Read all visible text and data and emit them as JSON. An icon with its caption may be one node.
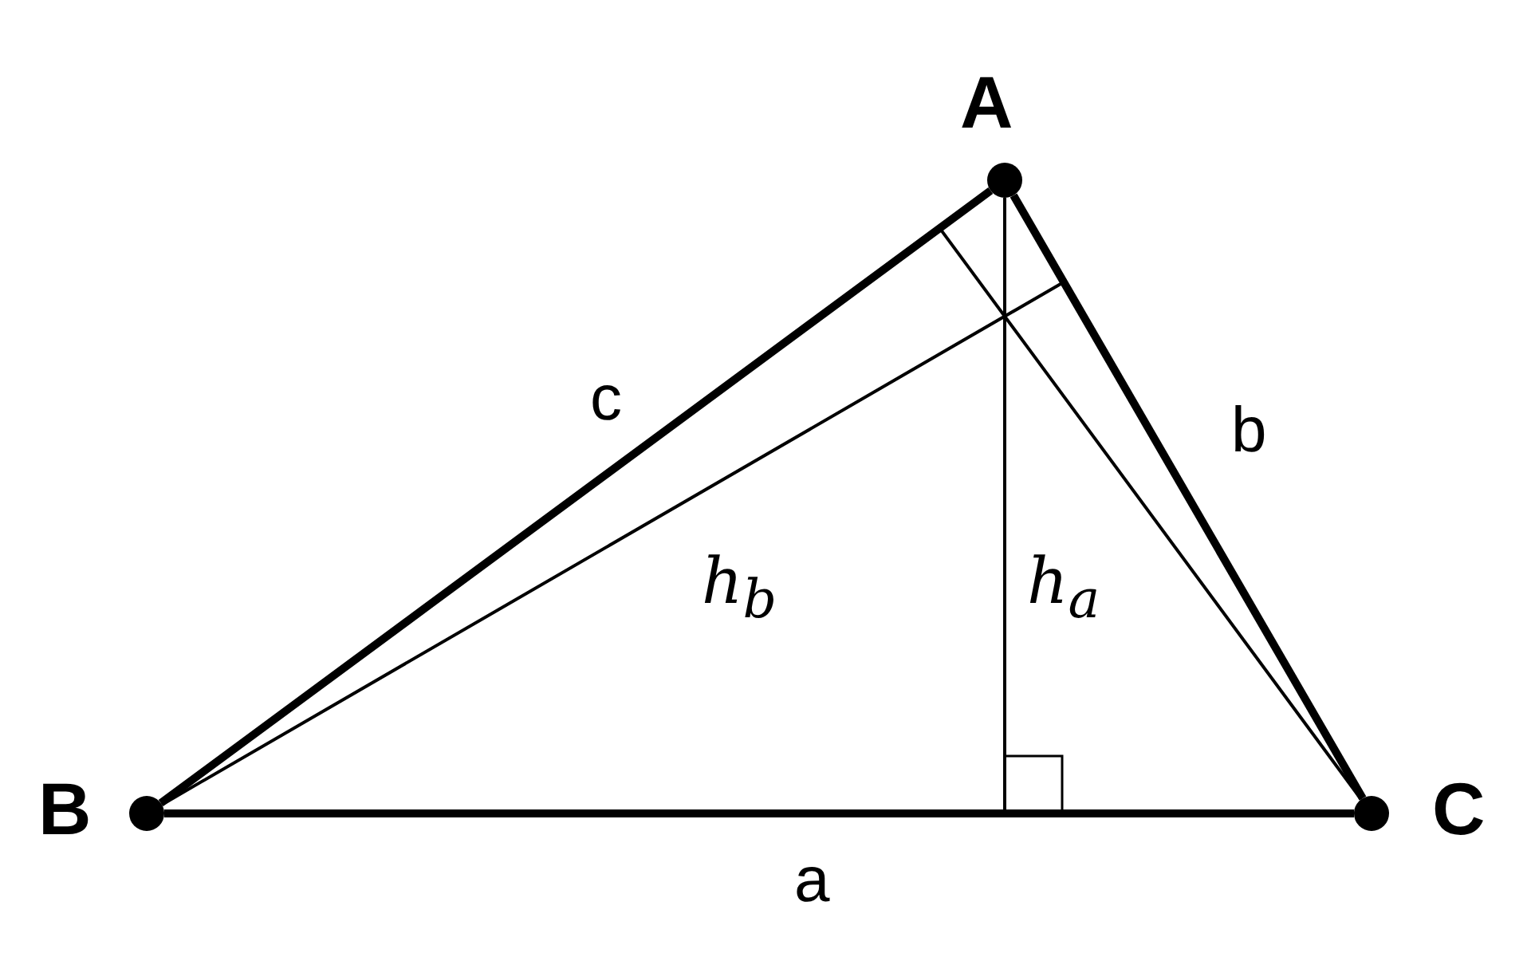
{
  "diagram": {
    "nodes": [
      {
        "text": [
          "A"
        ]
      },
      {
        "text": [
          "B"
        ]
      },
      {
        "text": [
          "C"
        ]
      },
      {
        "text": [],
        "shape": "box"
      }
    ],
    "edges": [
      {
        "from": 1,
        "to": 0,
        "arrow": "none",
        "label": "c",
        "style": "thick"
      },
      {
        "from": 0,
        "to": 2,
        "arrow": "none",
        "label": "b",
        "style": "thick"
      },
      {
        "from": 1,
        "to": 2,
        "arrow": "none",
        "label": "a",
        "style": "thick"
      },
      {
        "from": 0,
        "to": 3,
        "arrow": "none",
        "label": "h$_{a}$"
      },
      {
        "from": 1,
        "to": null,
        "arrow": "none",
        "label": "h$_{b}$"
      },
      {
        "from": 2,
        "to": null,
        "arrow": "none"
      }
    ]
  }
}
